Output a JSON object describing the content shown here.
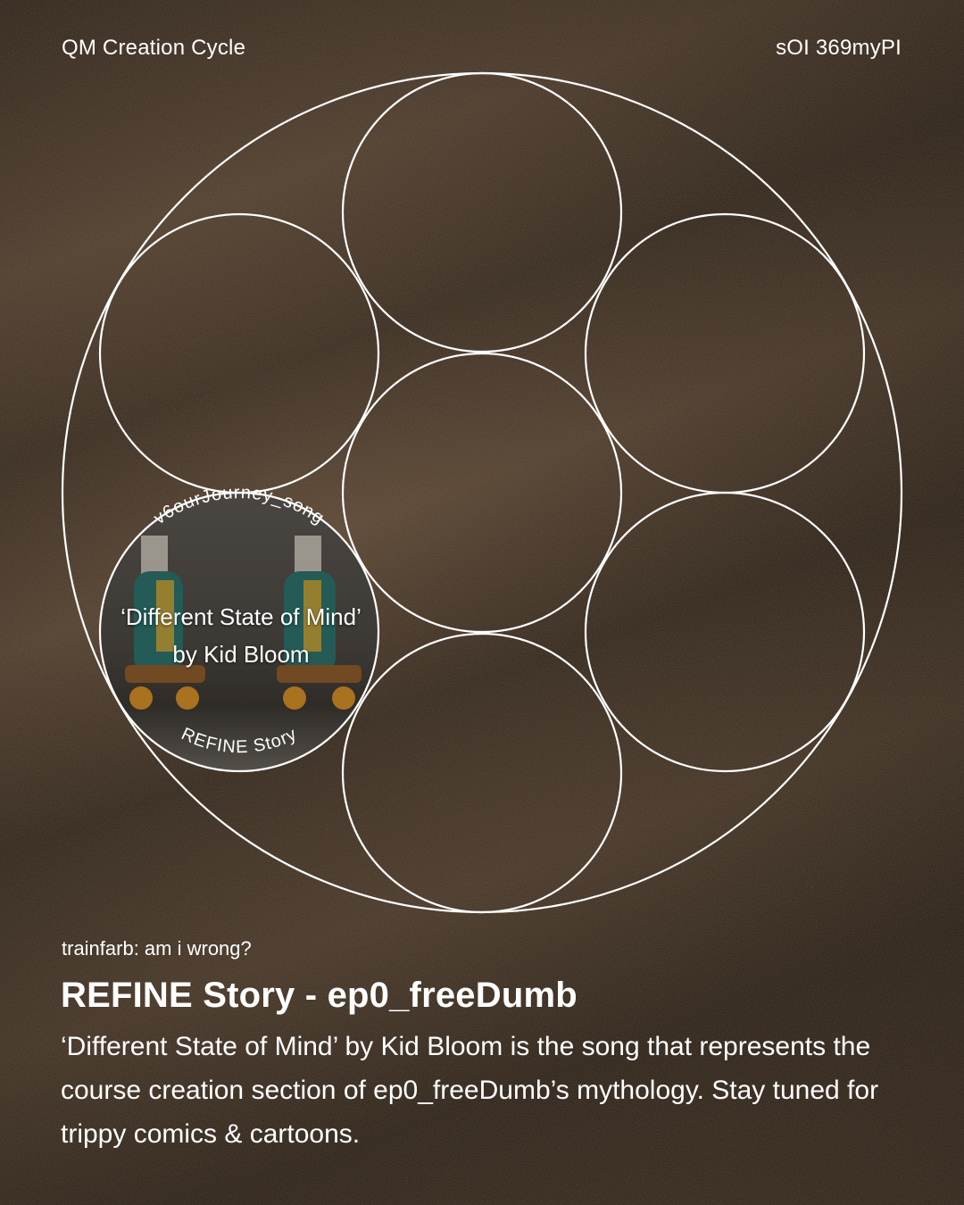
{
  "header": {
    "left_label": "QM Creation Cycle",
    "right_label": "sOI 369myPI"
  },
  "featured_bubble": {
    "arc_top_text": "v6ourJourney_song",
    "arc_bottom_text": "REFINE Story",
    "title": "‘Different State of Mind’ by Kid Bloom",
    "image": "roller-skates-photo"
  },
  "caption": "trainfarb: am i wrong?",
  "headline": "REFINE Story - ep0_freeDumb",
  "body": "‘Different State of Mind’ by Kid Bloom is the song that represents the course creation section of ep0_freeDumb’s mythology. Stay tuned for trippy comics & cartoons.",
  "colors": {
    "background": "#3a2c20",
    "stroke": "#ffffff",
    "text": "#ffffff"
  }
}
